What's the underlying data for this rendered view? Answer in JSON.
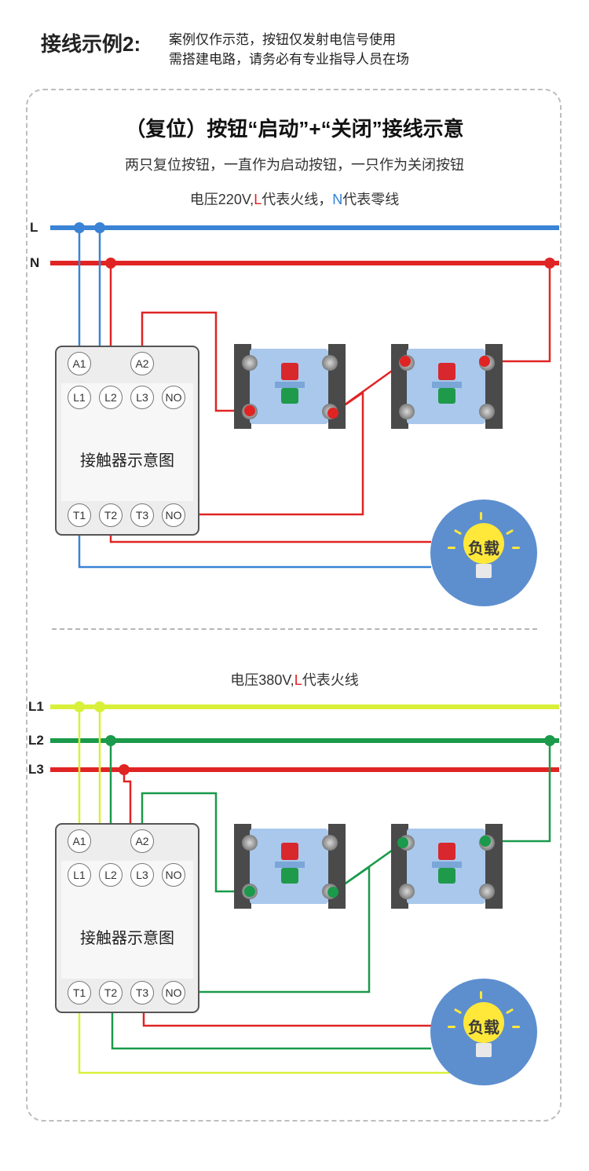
{
  "header": {
    "title": "接线示例2:",
    "note_line1": "案例仅作示范，按钮仅发射电信号使用",
    "note_line2": "需搭建电路，请务必有专业指导人员在场"
  },
  "diagram": {
    "title": "（复位）按钮“启动”+“关闭”接线示意",
    "subtitle": "两只复位按钮，一直作为启动按钮，一只作为关闭按钮"
  },
  "section_220": {
    "voltage_prefix": "电压220V,",
    "live_letter": "L",
    "live_text": "代表火线，",
    "neutral_letter": "N",
    "neutral_text": "代表零线",
    "line_labels": [
      "L",
      "N"
    ],
    "contactor_label": "接触器示意图",
    "terminals": [
      "A1",
      "A2",
      "L1",
      "L2",
      "L3",
      "NO",
      "T1",
      "T2",
      "T3",
      "NO"
    ],
    "load_label": "负载"
  },
  "section_380": {
    "voltage_prefix": "电压380V,",
    "live_letter": "L",
    "live_text": "代表火线",
    "line_labels": [
      "L1",
      "L2",
      "L3"
    ],
    "contactor_label": "接触器示意图",
    "terminals": [
      "A1",
      "A2",
      "L1",
      "L2",
      "L3",
      "NO",
      "T1",
      "T2",
      "T3",
      "NO"
    ],
    "load_label": "负载"
  },
  "colors": {
    "blue_wire": "#3a83d6",
    "red_wire": "#e02424",
    "yellow_wire": "#d8f03a",
    "green_wire": "#1a9a4a",
    "accent_red_text": "#e02020",
    "accent_blue_text": "#2f7fd6"
  }
}
